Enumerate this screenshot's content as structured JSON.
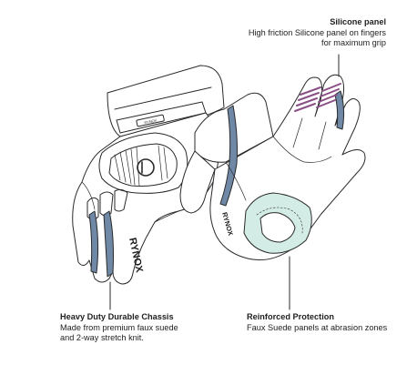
{
  "callouts": {
    "silicone": {
      "title": "Silicone panel",
      "description": "High friction Silicone panel on fingers\nfor maximum grip"
    },
    "chassis": {
      "title": "Heavy Duty Durable Chassis",
      "description": "Made from premium faux suede\nand 2-way stretch knit."
    },
    "protection": {
      "title": "Reinforced Protection",
      "description": "Faux Suede panels at abrasion zones"
    }
  },
  "glove_branding": {
    "knuckle_logo": "RYNOX",
    "palm_logo": "RYNOX",
    "strap_badge": "RYNOX"
  },
  "colors": {
    "outline": "#2a2a2a",
    "accent_blue": "#6f88a6",
    "silicone_purple": "#8a4f86",
    "suede_mint": "#d3ece5"
  }
}
